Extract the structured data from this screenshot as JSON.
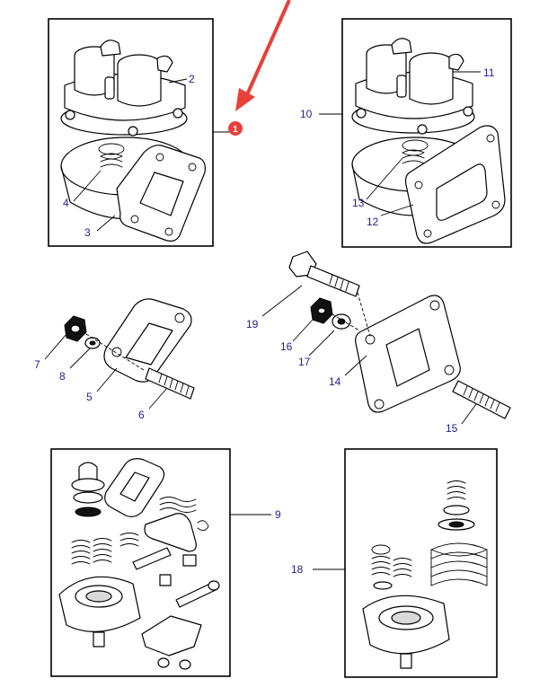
{
  "diagram": {
    "callouts": {
      "c1": "1",
      "c2": "2",
      "c3": "3",
      "c4": "4",
      "c5": "5",
      "c6": "6",
      "c7": "7",
      "c8": "8",
      "c9": "9",
      "c10": "10",
      "c11": "11",
      "c12": "12",
      "c13": "13",
      "c14": "14",
      "c15": "15",
      "c16": "16",
      "c17": "17",
      "c18": "18",
      "c19": "19"
    },
    "marker": {
      "label": "1",
      "color": "#e8403a"
    },
    "colors": {
      "callout_text": "#1f1f8f",
      "line": "#000000",
      "arrow": "#e8403a"
    }
  }
}
